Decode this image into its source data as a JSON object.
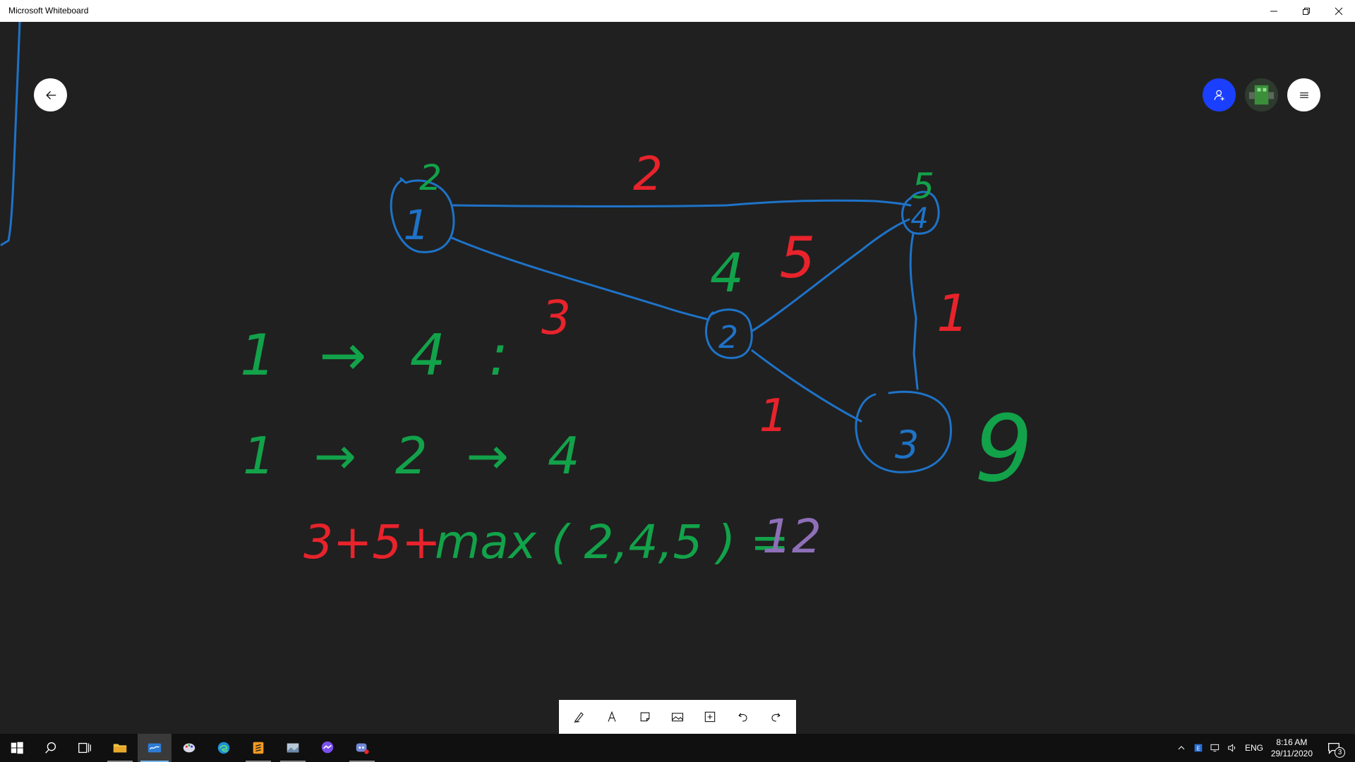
{
  "window": {
    "title": "Microsoft Whiteboard"
  },
  "board": {
    "nodes": [
      {
        "label": "1",
        "weight": "2"
      },
      {
        "label": "4",
        "weight": "5"
      },
      {
        "label": "2",
        "weight": "4"
      },
      {
        "label": "3",
        "weight": "9"
      }
    ],
    "edges": [
      {
        "from": "1",
        "to": "4",
        "weight": "2"
      },
      {
        "from": "1",
        "to": "2",
        "weight": "3"
      },
      {
        "from": "2",
        "to": "4",
        "weight": "5"
      },
      {
        "from": "4",
        "to": "3",
        "weight": "1"
      },
      {
        "from": "2",
        "to": "3",
        "weight": "1"
      }
    ],
    "notes": {
      "line1": "1 → 4 :",
      "line2": "1 → 2 → 4",
      "formula_part1": "3+5+",
      "formula_part2": "max ( 2,4,5 ) =",
      "formula_result": "12"
    },
    "ink_colors": {
      "blue": "#1e73c8",
      "green": "#12a24a",
      "red": "#e8232b",
      "purple": "#8e6fb8"
    }
  },
  "header_buttons": {
    "back": "back-arrow-icon",
    "share": "add-person-icon",
    "avatar": "user-avatar",
    "menu": "hamburger-menu-icon"
  },
  "toolbar": {
    "tools": [
      "pen-icon",
      "text-icon",
      "sticky-note-icon",
      "image-icon",
      "insert-icon",
      "undo-icon",
      "redo-icon"
    ]
  },
  "taskbar": {
    "language": "ENG",
    "time": "8:16 AM",
    "date": "29/11/2020",
    "notification_count": "3"
  }
}
